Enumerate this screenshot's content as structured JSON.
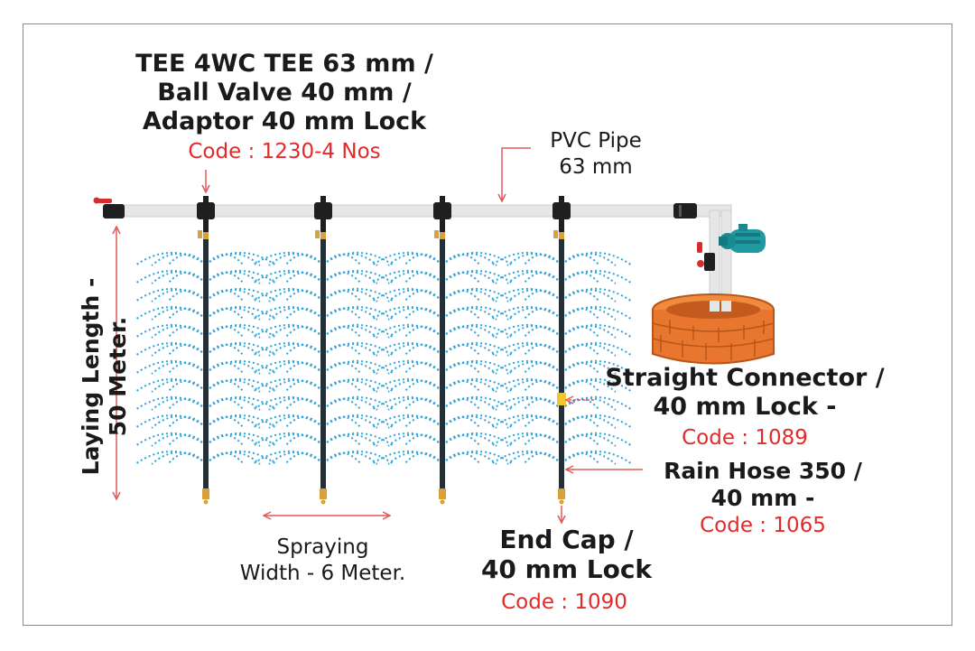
{
  "labels": {
    "tee_line1": "TEE 4WC TEE 63 mm /",
    "tee_line2": "Ball Valve 40 mm /",
    "tee_line3": "Adaptor 40 mm Lock",
    "tee_code": "Code : 1230-4 Nos",
    "pvc_line1": "PVC Pipe",
    "pvc_line2": "63 mm",
    "laying_line1": "Laying Length -",
    "laying_line2": "50 Meter.",
    "straight_line1": "Straight Connector /",
    "straight_line2": "40 mm Lock -",
    "straight_code": "Code : 1089",
    "rain_line1": "Rain Hose 350 /",
    "rain_line2": "40 mm -",
    "rain_code": "Code : 1065",
    "spray_line1": "Spraying",
    "spray_line2": "Width - 6 Meter.",
    "endcap_line1": "End Cap /",
    "endcap_line2": "40 mm Lock",
    "endcap_code": "Code : 1090"
  },
  "colors": {
    "code_red": "#e32a2a",
    "arrow_red": "#e05a5a",
    "pipe": "#e6e6e6",
    "hose": "#243038",
    "spray": "#2ea6dc",
    "brick": "#e8762e",
    "fitting_brass": "#d9a13a",
    "pump": "#1f9aa0"
  },
  "icons": {
    "pump": "pump-icon",
    "well": "brick-well-icon",
    "ball_valve": "ball-valve-icon"
  }
}
